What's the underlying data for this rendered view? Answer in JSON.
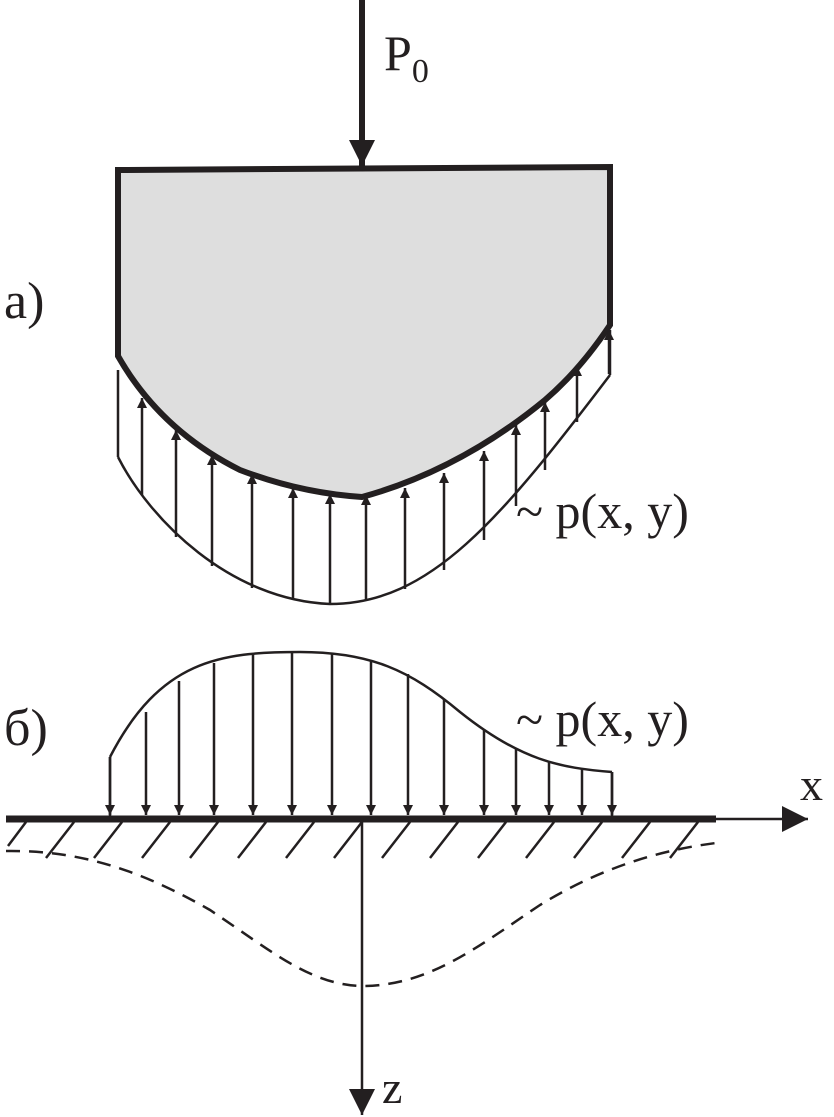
{
  "diagram": {
    "force_label": "P",
    "force_subscript": "0",
    "panel_a_label": "а)",
    "panel_b_label": "б)",
    "pressure_label_a": "~ p(x, y)",
    "pressure_label_b": "~ p(x, y)",
    "x_axis_label": "x",
    "z_axis_label": "z",
    "colors": {
      "ink": "#231f20",
      "body_fill": "#dedede",
      "background": "#ffffff"
    }
  }
}
